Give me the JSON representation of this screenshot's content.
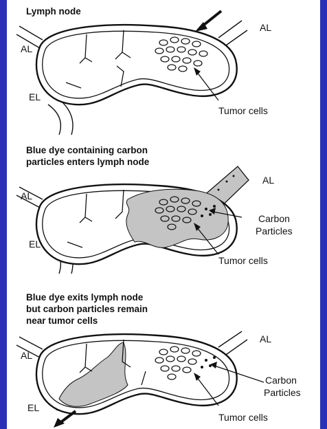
{
  "colors": {
    "background": "#3438c8",
    "ink": "#111111",
    "dye": "#c4c4c4"
  },
  "panels": [
    {
      "caption": [
        "Lymph node"
      ],
      "labels": {
        "al_left": "AL",
        "al_right": "AL",
        "el": "EL",
        "tumor": "Tumor cells"
      }
    },
    {
      "caption": [
        "Blue dye containing carbon",
        "particles enters lymph node"
      ],
      "labels": {
        "al_left": "AL",
        "al_right": "AL",
        "el": "EL",
        "tumor": "Tumor cells",
        "carbon": [
          "Carbon",
          "Particles"
        ]
      }
    },
    {
      "caption": [
        "Blue dye exits lymph node",
        "but carbon particles remain",
        "near tumor cells"
      ],
      "labels": {
        "al_left": "AL",
        "al_right": "AL",
        "el": "EL",
        "tumor": "Tumor cells",
        "carbon": [
          "Carbon",
          "Particles"
        ]
      }
    }
  ]
}
